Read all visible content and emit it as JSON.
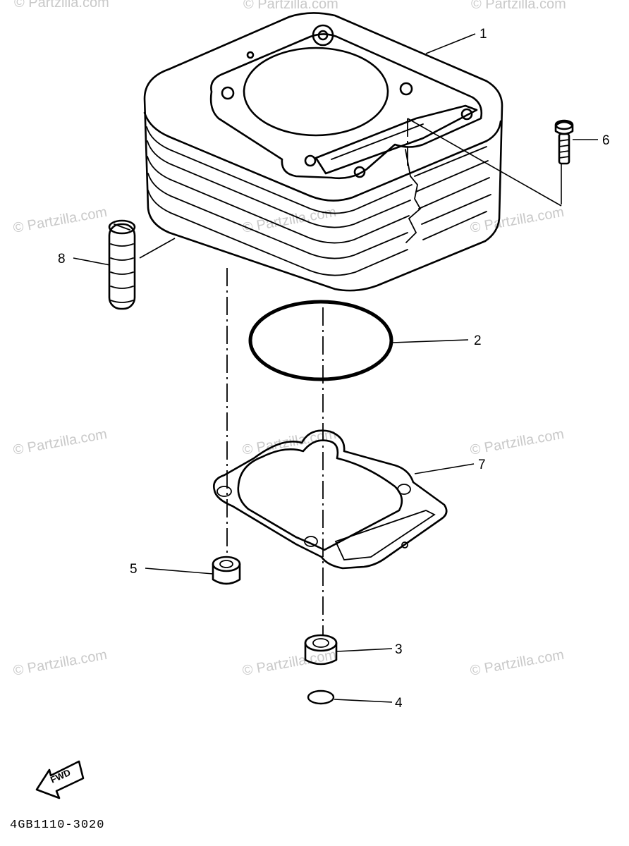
{
  "watermark": "© Partzilla.com",
  "callouts": {
    "p1": "1",
    "p2": "2",
    "p3": "3",
    "p4": "4",
    "p5": "5",
    "p6": "6",
    "p7": "7",
    "p8": "8"
  },
  "fwd_label": "FWD",
  "diagram_code": "4GB1110-3020"
}
